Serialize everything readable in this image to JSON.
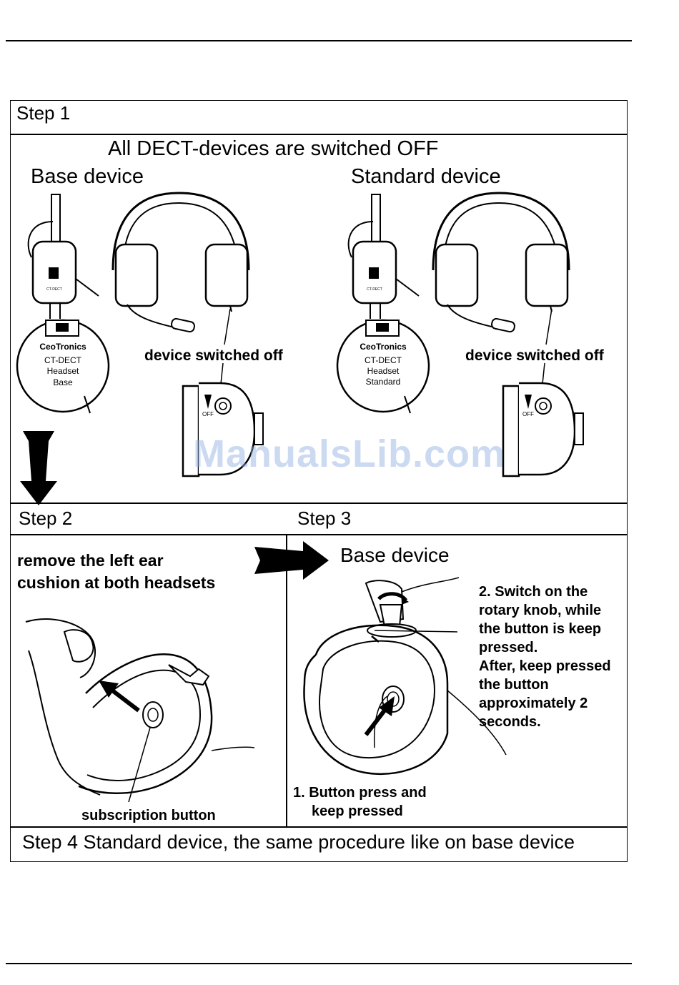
{
  "step1": {
    "label": "Step 1",
    "headline": "All DECT-devices are switched OFF",
    "base": {
      "title": "Base device",
      "brand": "CeoTronics",
      "label_line1": "CT-DECT",
      "label_line2": "Headset",
      "label_line3": "Base",
      "caption": "device switched off",
      "off_mark": "OFF"
    },
    "standard": {
      "title": "Standard device",
      "brand": "CeoTronics",
      "label_line1": "CT-DECT",
      "label_line2": "Headset",
      "label_line3": "Standard",
      "caption": "device switched off",
      "off_mark": "OFF"
    }
  },
  "step2": {
    "label": "Step 2",
    "instruction_line1": "remove the left ear",
    "instruction_line2": "cushion at both headsets",
    "callout": "subscription button"
  },
  "step3": {
    "label": "Step 3",
    "title": "Base device",
    "note1_line1": "1. Button press and",
    "note1_line2": "keep pressed",
    "note2_lines": [
      "2. Switch on the",
      "rotary knob, while",
      "the button is keep",
      "pressed.",
      "After, keep pressed",
      "the button",
      "approximately 2",
      "seconds."
    ]
  },
  "step4": {
    "text": "Step 4 Standard device, the same procedure like on base device"
  },
  "watermark": "ManualsLib.com"
}
